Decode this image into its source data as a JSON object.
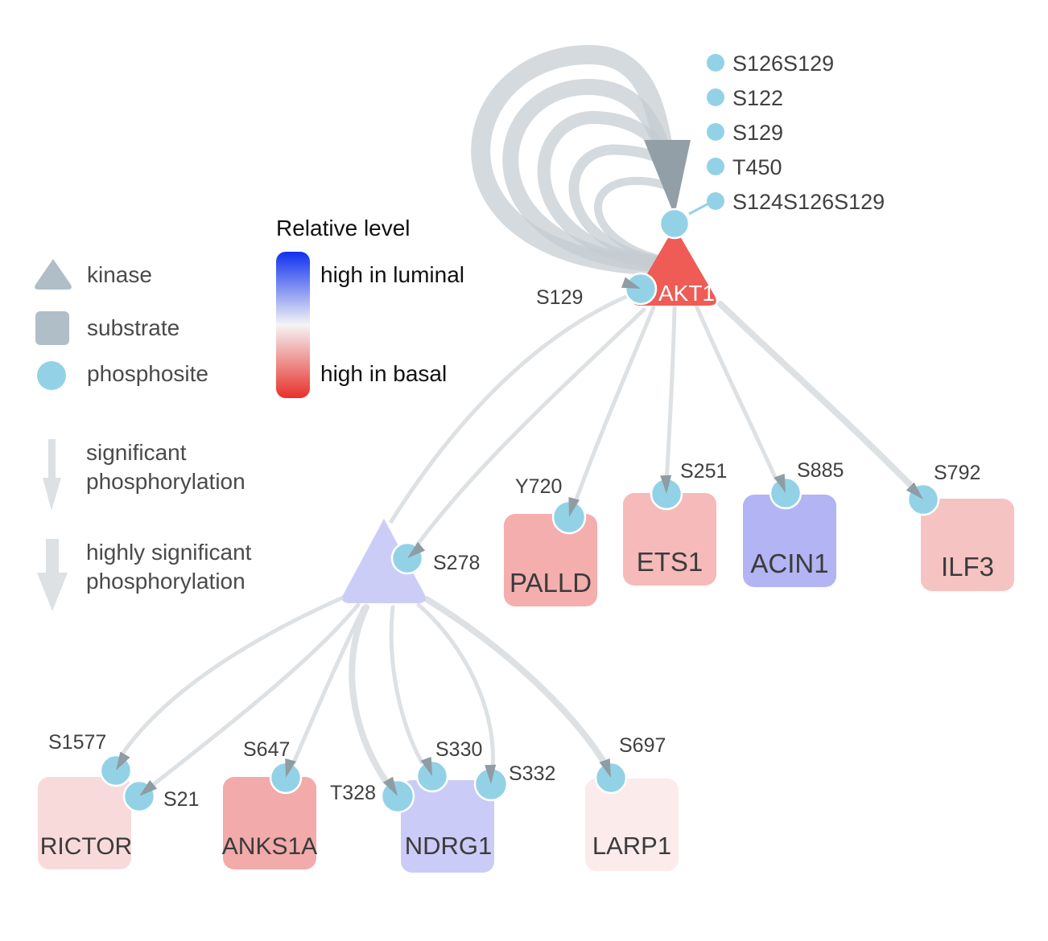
{
  "legend": {
    "shapes": [
      {
        "shape": "kinase",
        "label": "kinase"
      },
      {
        "shape": "substrate",
        "label": "substrate"
      },
      {
        "shape": "phosphosite",
        "label": "phosphosite"
      }
    ],
    "edges": [
      {
        "kind": "significant",
        "line1": "significant",
        "line2": "phosphorylation"
      },
      {
        "kind": "highly-significant",
        "line1": "highly significant",
        "line2": "phosphorylation"
      }
    ],
    "colorbar": {
      "title": "Relative level",
      "high_label": "high in luminal",
      "low_label": "high in basal",
      "colors": [
        "#1030f0",
        "#f4f4f4",
        "#e8302a"
      ]
    }
  },
  "colors": {
    "phosphosite": "#93d2e6",
    "edge": "#dde1e4",
    "arrowhead": "#8f9ca4",
    "legend_shape": "#b0bec8"
  },
  "nodes": {
    "akt1": {
      "label": "AKT1",
      "type": "kinase",
      "color": "#ef5b55"
    },
    "kinase2": {
      "label": "",
      "type": "kinase",
      "color": "#cccdf7"
    },
    "palld": {
      "label": "PALLD",
      "type": "substrate",
      "color": "#f4aeae"
    },
    "ets1": {
      "label": "ETS1",
      "type": "substrate",
      "color": "#f6baba"
    },
    "acin1": {
      "label": "ACIN1",
      "type": "substrate",
      "color": "#b2b4f4"
    },
    "ilf3": {
      "label": "ILF3",
      "type": "substrate",
      "color": "#f6c3c3"
    },
    "rictor": {
      "label": "RICTOR",
      "type": "substrate",
      "color": "#f9dada"
    },
    "anks1a": {
      "label": "ANKS1A",
      "type": "substrate",
      "color": "#f2aaaa"
    },
    "ndrg1": {
      "label": "NDRG1",
      "type": "substrate",
      "color": "#cbcbf7"
    },
    "larp1": {
      "label": "LARP1",
      "type": "substrate",
      "color": "#fcebeb"
    }
  },
  "akt1_autosites": [
    "S126S129",
    "S122",
    "S129",
    "T450",
    "S124S126S129"
  ],
  "sites": {
    "akt1_s129": "S129",
    "k2_s278": "S278",
    "palld_y720": "Y720",
    "ets1_s251": "S251",
    "acin1_s885": "S885",
    "ilf3_s792": "S792",
    "rictor_s1577": "S1577",
    "rictor_s21": "S21",
    "anks1a_s647": "S647",
    "ndrg1_t328": "T328",
    "ndrg1_s330": "S330",
    "ndrg1_s332": "S332",
    "larp1_s697": "S697"
  },
  "edges": [
    {
      "from": "akt1",
      "to": "akt1_autosite",
      "significance": "highly significant",
      "count": 5
    },
    {
      "from": "akt1",
      "to": "k2_s278",
      "significance": "significant"
    },
    {
      "from": "kinase2",
      "to": "akt1_s129",
      "significance": "significant"
    },
    {
      "from": "akt1",
      "to": "palld_y720",
      "significance": "significant"
    },
    {
      "from": "akt1",
      "to": "ets1_s251",
      "significance": "significant"
    },
    {
      "from": "akt1",
      "to": "acin1_s885",
      "significance": "significant"
    },
    {
      "from": "akt1",
      "to": "ilf3_s792",
      "significance": "highly significant"
    },
    {
      "from": "kinase2",
      "to": "rictor_s1577",
      "significance": "significant"
    },
    {
      "from": "kinase2",
      "to": "rictor_s21",
      "significance": "significant"
    },
    {
      "from": "kinase2",
      "to": "anks1a_s647",
      "significance": "significant"
    },
    {
      "from": "kinase2",
      "to": "ndrg1_t328",
      "significance": "highly significant"
    },
    {
      "from": "kinase2",
      "to": "ndrg1_s330",
      "significance": "significant"
    },
    {
      "from": "kinase2",
      "to": "ndrg1_s332",
      "significance": "significant"
    },
    {
      "from": "kinase2",
      "to": "larp1_s697",
      "significance": "highly significant"
    }
  ]
}
